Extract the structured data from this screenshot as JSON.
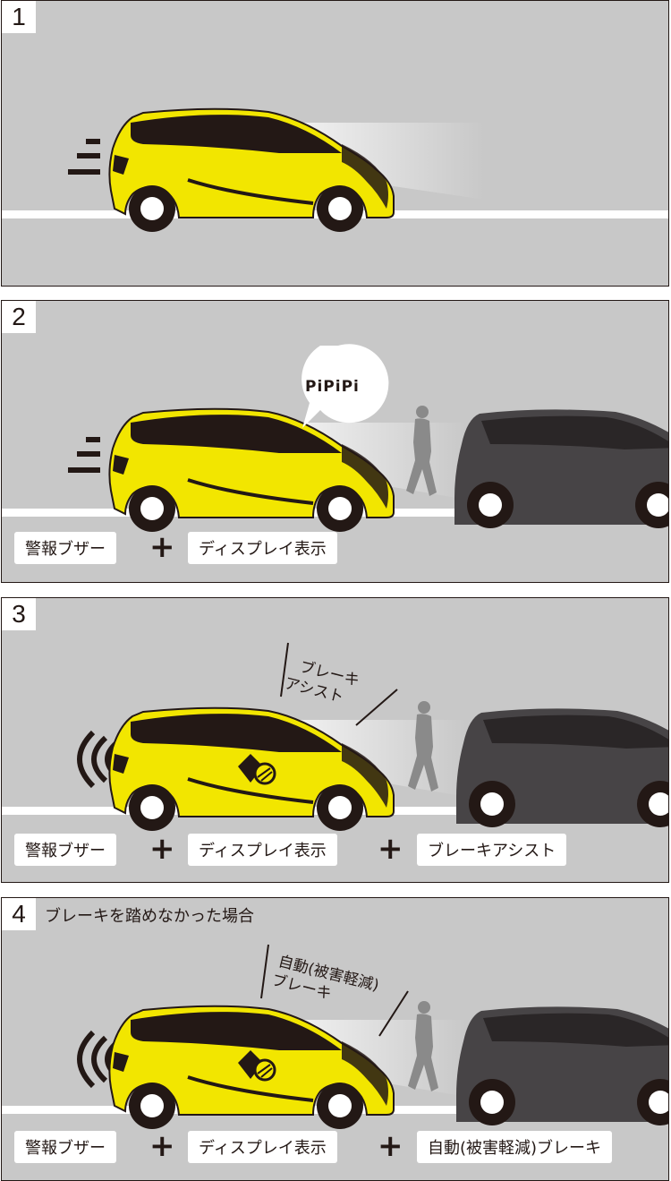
{
  "colors": {
    "panel_bg": "#c8c8c8",
    "car_yellow": "#f2e600",
    "car_dark": "#474446",
    "outline": "#231815",
    "road_line": "#ffffff"
  },
  "panels": [
    {
      "number": "1"
    },
    {
      "number": "2",
      "sound": "PiPiPi",
      "labels": [
        "警報ブザー",
        "ディスプレイ表示"
      ]
    },
    {
      "number": "3",
      "annotation_line1": "ブレーキ",
      "annotation_line2": "アシスト",
      "labels": [
        "警報ブザー",
        "ディスプレイ表示",
        "ブレーキアシスト"
      ]
    },
    {
      "number": "4",
      "title": "ブレーキを踏めなかった場合",
      "annotation_line1": "自動(被害軽減)",
      "annotation_line2": "ブレーキ",
      "labels": [
        "警報ブザー",
        "ディスプレイ表示",
        "自動(被害軽減)ブレーキ"
      ]
    }
  ],
  "plus_sign": "+"
}
